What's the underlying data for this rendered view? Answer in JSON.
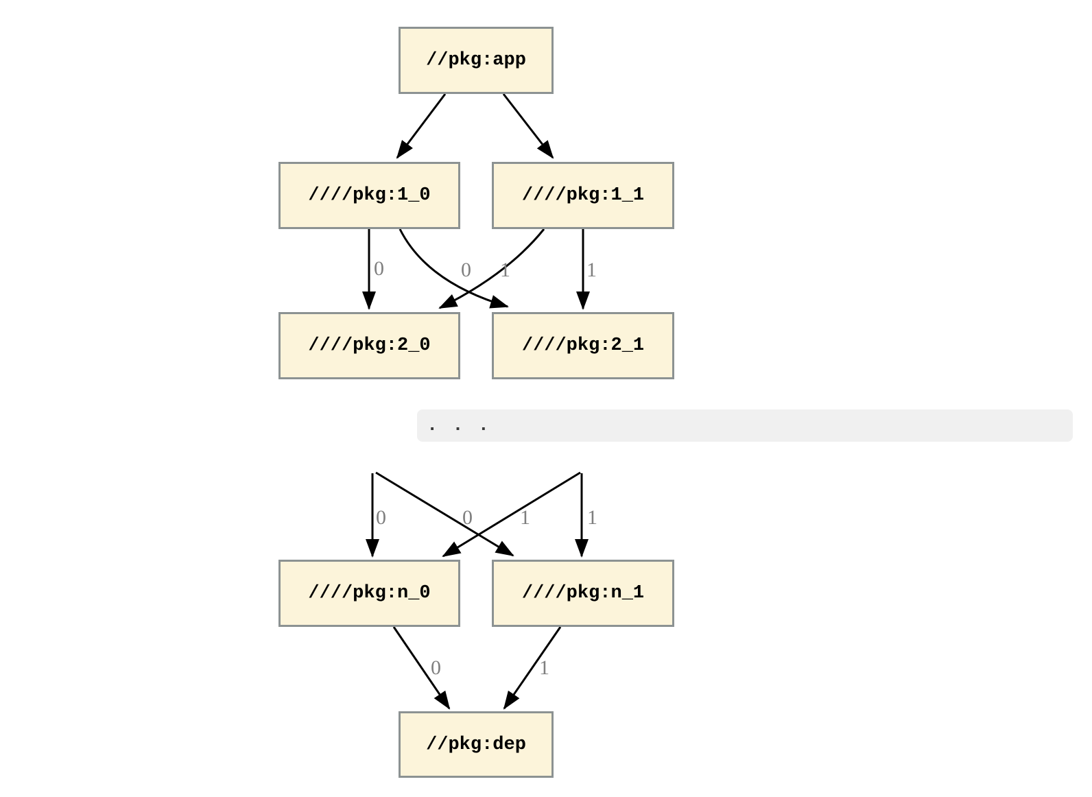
{
  "diagram": {
    "type": "dependency-graph",
    "nodes": {
      "app": {
        "label": "//pkg:app"
      },
      "n1_0": {
        "label": "////pkg:1_0"
      },
      "n1_1": {
        "label": "////pkg:1_1"
      },
      "n2_0": {
        "label": "////pkg:2_0"
      },
      "n2_1": {
        "label": "////pkg:2_1"
      },
      "nn_0": {
        "label": "////pkg:n_0"
      },
      "nn_1": {
        "label": "////pkg:n_1"
      },
      "dep": {
        "label": "//pkg:dep"
      }
    },
    "ellipsis": {
      "label": ". . ."
    },
    "edges": [
      {
        "from": "//pkg:app",
        "to": "////pkg:1_0",
        "label": ""
      },
      {
        "from": "//pkg:app",
        "to": "////pkg:1_1",
        "label": ""
      },
      {
        "from": "////pkg:1_0",
        "to": "////pkg:2_0",
        "label": "0"
      },
      {
        "from": "////pkg:1_1",
        "to": "////pkg:2_0",
        "label": "0"
      },
      {
        "from": "////pkg:1_0",
        "to": "////pkg:2_1",
        "label": "1"
      },
      {
        "from": "////pkg:1_1",
        "to": "////pkg:2_1",
        "label": "1"
      },
      {
        "from": "",
        "to": "////pkg:n_0",
        "label": "0"
      },
      {
        "from": "",
        "to": "////pkg:n_0",
        "label": "0"
      },
      {
        "from": "",
        "to": "////pkg:n_1",
        "label": "1"
      },
      {
        "from": "",
        "to": "////pkg:n_1",
        "label": "1"
      },
      {
        "from": "////pkg:n_0",
        "to": "//pkg:dep",
        "label": "0"
      },
      {
        "from": "////pkg:n_1",
        "to": "//pkg:dep",
        "label": "1"
      }
    ]
  },
  "colors": {
    "node_fill": "#FCF4DA",
    "node_border": "#8C9292",
    "edge": "#000000",
    "edge_label": "#7F7F7F",
    "band_bg": "#F0F0F0",
    "band_text": "#3A3A3A",
    "background": "#FFFFFF"
  }
}
